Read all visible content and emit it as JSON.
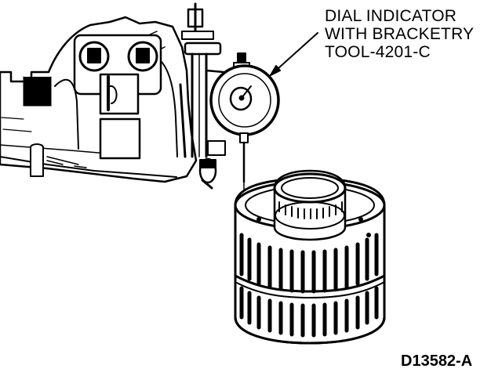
{
  "callout": {
    "line1": "DIAL INDICATOR",
    "line2": "WITH BRACKETRY",
    "line3": "TOOL-4201-C"
  },
  "figure_id": "D13582-A",
  "ink_color": "#000000",
  "paper_color": "#ffffff"
}
